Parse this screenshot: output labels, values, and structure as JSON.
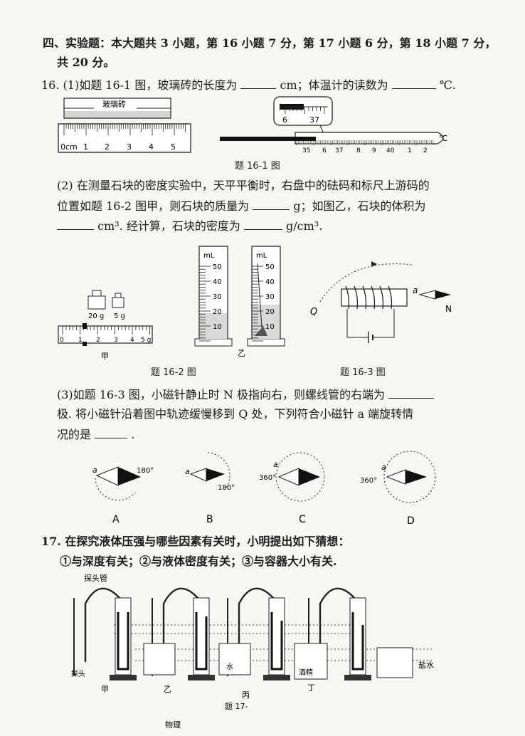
{
  "section": {
    "line1": "四、实验题：本大题共 3 小题，第 16 小题 7 分，第 17 小题 6 分，第 18 小题 7 分，",
    "line2": "共 20 分。"
  },
  "q16": {
    "p1_a": "16. (1)如题 16-1 图，玻璃砖的长度为",
    "p1_b": "cm；体温计的读数为",
    "p1_c": "℃.",
    "fig1_caption": "题 16-1 图",
    "brick_label": "玻璃砖",
    "ruler_unit": "0cm",
    "ruler_ticks": [
      "1",
      "2",
      "3",
      "4",
      "5"
    ],
    "thermo_zoom": [
      "6",
      "37"
    ],
    "thermo_ticks": [
      "35",
      "6",
      "37",
      "8",
      "9",
      "40",
      "1",
      "2"
    ],
    "thermo_unit": "℃",
    "p2_line1": "(2) 在测量石块的密度实验中，天平平衡时，右盘中的砝码和标尺上游码的",
    "p2_line2_a": "位置如题 16-2 图甲，则石块的质量为",
    "p2_line2_b": "g；如图乙，石块的体积为",
    "p2_line3_a": "cm³. 经计算，石块的密度为",
    "p2_line3_b": "g/cm³.",
    "weights": [
      "20 g",
      "5 g"
    ],
    "scale_ticks": [
      "0",
      "1",
      "2",
      "3",
      "4",
      "5 g"
    ],
    "cyl_unit": "mL",
    "cyl_ticks": [
      "50",
      "40",
      "30",
      "20",
      "10"
    ],
    "label_jia": "甲",
    "label_yi": "乙",
    "fig2_caption": "题 16-2 图",
    "fig3_caption": "题 16-3 图",
    "needle_a": "a",
    "needle_N": "N",
    "point_Q": "Q",
    "p3_line1_a": "(3)如题 16-3 图，小磁针静止时 N 极指向右，则螺线管的右端为",
    "p3_line2": "极. 将小磁针沿着图中轨迹缓慢移到 Q 处，下列符合小磁针 a 端旋转情",
    "p3_line3": "况的是",
    "p3_line3_end": ".",
    "options": [
      {
        "label": "A",
        "angle": "180°",
        "a": "a"
      },
      {
        "label": "B",
        "angle": "180°",
        "a": "a"
      },
      {
        "label": "C",
        "angle": "360°",
        "a": "a"
      },
      {
        "label": "D",
        "angle": "360°",
        "a": "a"
      }
    ]
  },
  "q17": {
    "line1": "17. 在探究液体压强与哪些因素有关时，小明提出如下猜想：",
    "line2": "①与深度有关；②与液体密度有关；③与容器大小有关.",
    "label_tube": "探头管",
    "label_probe": "探头",
    "labels": [
      "甲",
      "乙",
      "丙",
      "丁"
    ],
    "label_salt": "盐水",
    "label_water": "水",
    "label_water2": "酒精",
    "fig_caption": "题 17-",
    "footer": "物理"
  }
}
